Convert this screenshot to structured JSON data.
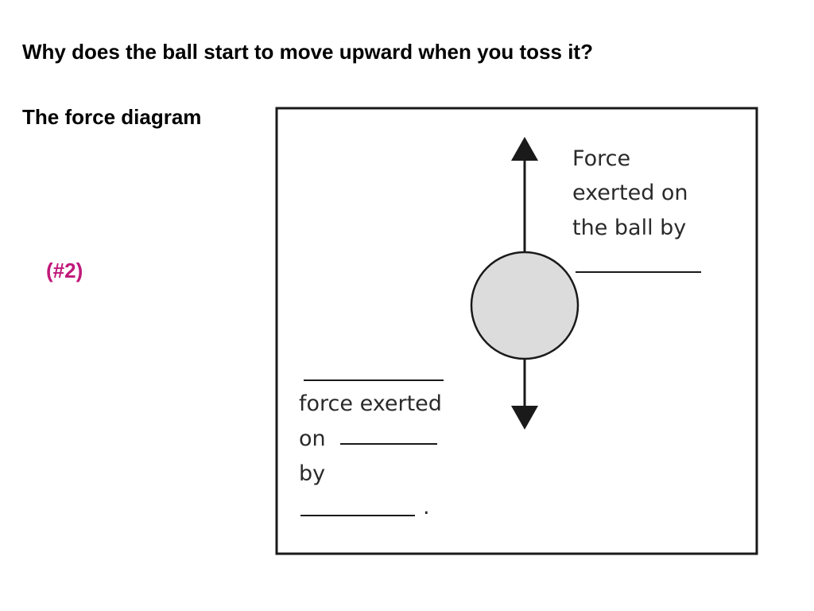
{
  "slide": {
    "question": "Why does the ball start to move upward when you toss it?",
    "subtitle": "The force diagram",
    "number_tag": "(#2)",
    "number_tag_color": "#c0187a"
  },
  "diagram": {
    "upper_label": [
      "Force",
      "exerted on",
      "the ball by"
    ],
    "lower_label": [
      "force exerted",
      "on",
      "by"
    ],
    "trailing_period": ".",
    "ball_fill": "#dcdcdc",
    "stroke_color": "#1a1a1a"
  }
}
